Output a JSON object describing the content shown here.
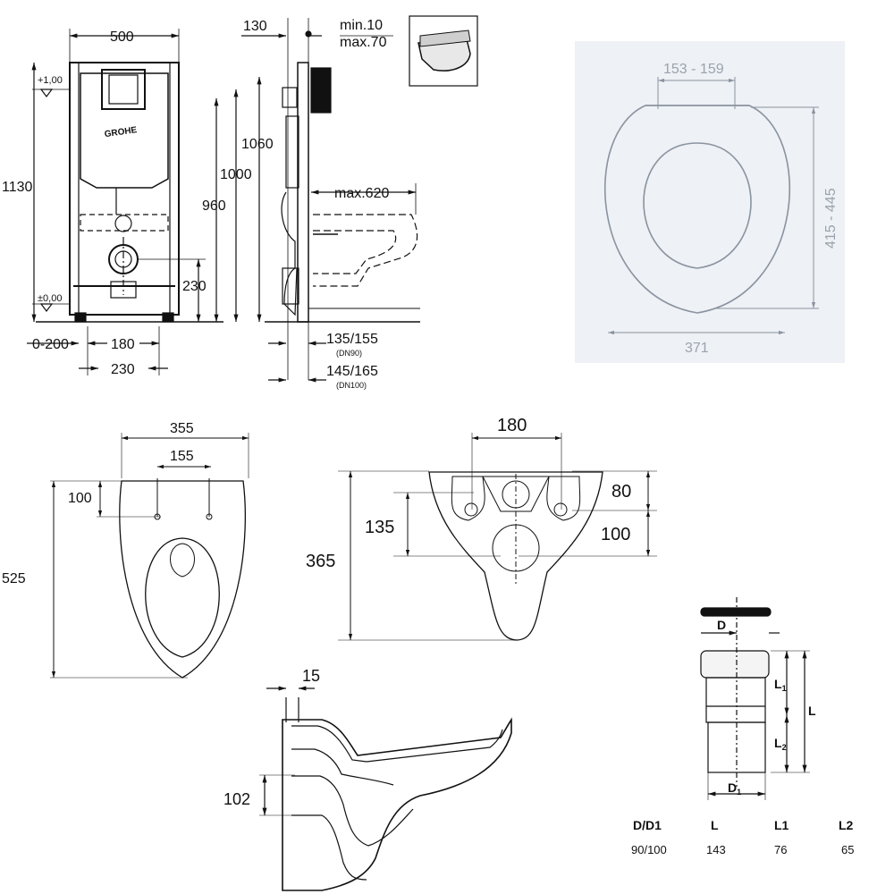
{
  "frame": {
    "w500": "500",
    "w130": "130",
    "min": "min.10",
    "max": "max.70",
    "p100": "+1,00",
    "h1130": "1130",
    "h1060": "1060",
    "h1000": "1000",
    "h960": "960",
    "max620": "max.620",
    "h230": "230",
    "p000": "±0,00",
    "r0200": "0-200",
    "w180": "180",
    "w230": "230",
    "d135155": "135/155",
    "dn90": "(DN90)",
    "d145165": "145/165",
    "dn100": "(DN100)",
    "brand": "GROHE"
  },
  "seat": {
    "w153159": "153 - 159",
    "h415445": "415 - 445",
    "w371": "371"
  },
  "bowl_top": {
    "w355": "355",
    "w155": "155",
    "h100": "100",
    "h525": "525"
  },
  "bowl_back": {
    "w180": "180",
    "h80": "80",
    "h135": "135",
    "h100": "100",
    "h365": "365"
  },
  "bowl_side": {
    "t15": "15",
    "h102": "102"
  },
  "pipe": {
    "labels": {
      "d": "D",
      "l": "L",
      "l1": "L",
      "l2": "L",
      "d1": "D"
    },
    "table": {
      "headers": [
        "D/D1",
        "L",
        "L1",
        "L2"
      ],
      "row": [
        "90/100",
        "143",
        "76",
        "65"
      ]
    }
  },
  "colors": {
    "line": "#111111",
    "grey_line": "#8a93a0",
    "panel": "#eef1f5"
  }
}
